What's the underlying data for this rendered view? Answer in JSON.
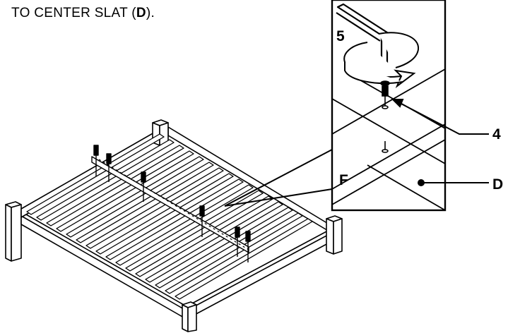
{
  "caption": {
    "prefix": "TO CENTER SLAT (",
    "letter": "D",
    "suffix": ")."
  },
  "labels": {
    "step": "5",
    "bolt": "4",
    "center_slat": "D",
    "frame_rail": "F"
  },
  "colors": {
    "line": "#000000",
    "background": "#ffffff"
  }
}
